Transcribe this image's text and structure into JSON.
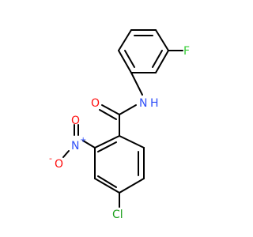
{
  "molecule": {
    "atom_labels": {
      "fluorine": "F",
      "amide_nitrogen": "N",
      "amide_hydrogen": "H",
      "carbonyl_oxygen": "O",
      "nitro_nitrogen": "N",
      "nitro_plus": "+",
      "nitro_oxygen_upper": "O",
      "nitro_oxygen_lower": "O",
      "nitro_minus": "-",
      "chlorine": "Cl"
    },
    "colors": {
      "bond": "#000000",
      "fluorine": "#33cc33",
      "nitrogen": "#3050f8",
      "oxygen": "#ff0d0d",
      "chlorine": "#1fa01f"
    }
  }
}
